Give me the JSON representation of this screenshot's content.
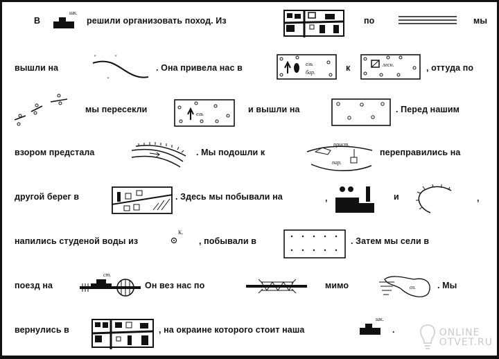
{
  "rows": [
    {
      "parts": [
        "В",
        "решили организовать поход. Из",
        "по",
        "мы"
      ]
    },
    {
      "parts": [
        "вышли на",
        ". Она привела нас в",
        "к",
        ", оттуда по"
      ]
    },
    {
      "parts": [
        "мы пересекли",
        "и вышли на",
        ". Перед нашим"
      ]
    },
    {
      "parts": [
        "взором предстала",
        ". Мы подошли к",
        "переправились на"
      ]
    },
    {
      "parts": [
        "другой берег в",
        ". Здесь мы побывали на",
        ",",
        "и",
        ","
      ]
    },
    {
      "parts": [
        "напились студеной воды из",
        ", побывали в",
        ". Затем мы сели в"
      ]
    },
    {
      "parts": [
        "поезд на",
        "Он вез нас по",
        "мимо",
        ". Мы"
      ]
    },
    {
      "parts": [
        "вернулись в",
        ", на окраине которого стоит наша",
        "."
      ]
    }
  ],
  "symbol_labels": {
    "school": "шк.",
    "forest_mixed_1": "ель",
    "forest_mixed_2": "бар.",
    "forester": "лесн.",
    "forest_spruce": "ель",
    "pier": "прист.",
    "ferry": "пар.",
    "spring": "К.",
    "station": "ст.",
    "lake": "оз."
  },
  "watermark": {
    "line1": "ONLINE",
    "line2": "OTVET.RU"
  }
}
